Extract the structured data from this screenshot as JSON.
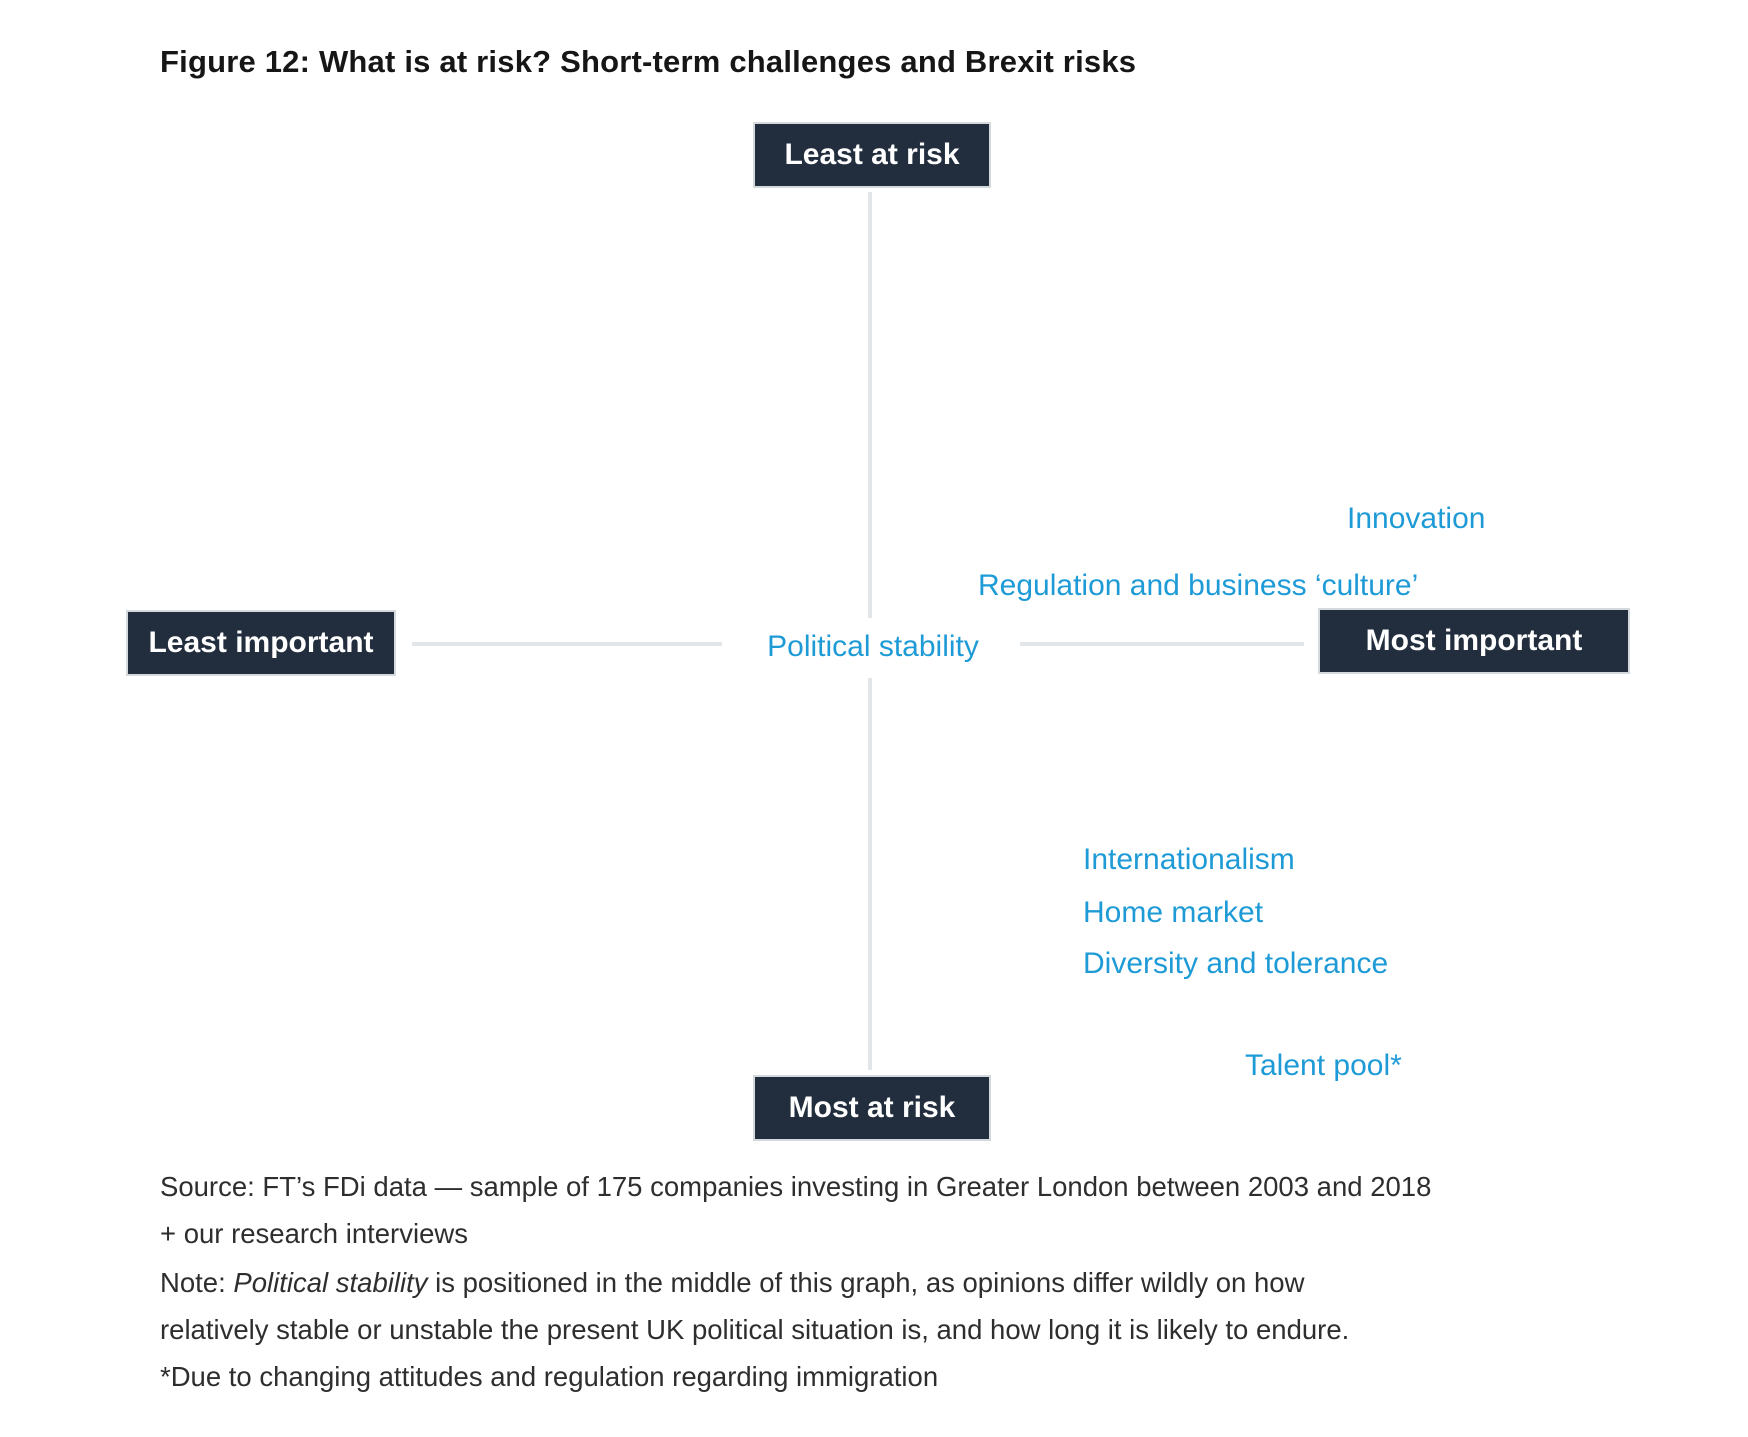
{
  "figure": {
    "title": "Figure 12: What is at risk? Short-term challenges and Brexit risks"
  },
  "quadrant": {
    "top_label": "Least at risk",
    "bottom_label": "Most at risk",
    "left_label": "Least important",
    "right_label": "Most important",
    "center_label": "Political stability",
    "items": [
      {
        "label": "Innovation",
        "importance": "most",
        "risk": "least"
      },
      {
        "label": "Regulation and business ‘culture’",
        "importance": "most",
        "risk": "least"
      },
      {
        "label": "Internationalism",
        "importance": "most",
        "risk": "most"
      },
      {
        "label": "Home market",
        "importance": "most",
        "risk": "most"
      },
      {
        "label": "Diversity and tolerance",
        "importance": "most",
        "risk": "most"
      },
      {
        "label": "Talent pool*",
        "importance": "most",
        "risk": "most"
      }
    ]
  },
  "footer": {
    "source_lines": [
      "Source: FT’s FDi data — sample of 175 companies investing in Greater London between 2003 and 2018",
      "+ our research interviews"
    ],
    "note_prefix": "Note: ",
    "note_italic": "Political stability",
    "note_line1_rest": " is positioned in the middle of this graph, as opinions differ wildly on how",
    "note_line2": "relatively stable or unstable the present UK political situation is, and how long it is likely to endure.",
    "footnote": "*Due to changing attitudes and regulation regarding immigration"
  },
  "colors": {
    "accent_blue": "#1e9bd6",
    "box_navy": "#222e3e",
    "axis_line_gray": "#e2e6e9"
  }
}
